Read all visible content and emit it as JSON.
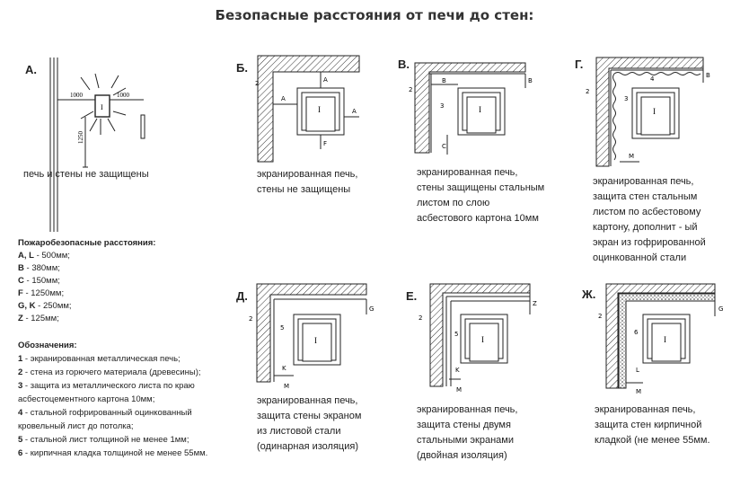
{
  "title": "Безопасные расстояния от печи до стен:",
  "diagrams": [
    {
      "letter": "А.",
      "caption": [
        "печь и стены не защищены"
      ]
    },
    {
      "letter": "Б.",
      "caption": [
        "экранированная печь,",
        "стены не защищены"
      ]
    },
    {
      "letter": "В.",
      "caption": [
        "экранированная печь,",
        "стены защищены стальным",
        "листом по слою",
        "асбестового картона 10мм"
      ]
    },
    {
      "letter": "Г.",
      "caption": [
        "экранированная печь,",
        "защита стен стальным",
        "листом по асбестовому",
        "картону, дополнит - ый",
        "экран из гофрированной",
        "оцинкованной стали"
      ]
    },
    {
      "letter": "Д.",
      "caption": [
        "экранированная печь,",
        "защита стены экраном",
        "из листовой стали",
        "(одинарная изоляция)"
      ]
    },
    {
      "letter": "Е.",
      "caption": [
        "экранированная печь,",
        "защита стены двумя",
        "стальными экранами",
        "(двойная изоляция)"
      ]
    },
    {
      "letter": "Ж.",
      "caption": [
        "экранированная печь,",
        "защита стен кирпичной",
        "кладкой (не менее 55мм."
      ]
    }
  ],
  "labels": {
    "furnace": "I",
    "dim_1000_left": "1000",
    "dim_1000_right": "1000",
    "dim_1250": "1250",
    "a": "A",
    "b": "B",
    "c": "C",
    "f": "F",
    "g": "G",
    "k": "K",
    "l": "L",
    "m": "M",
    "z": "Z",
    "n1": "1",
    "n2": "2",
    "n3": "3",
    "n4": "4",
    "n5": "5",
    "n6": "6"
  },
  "distances": {
    "heading": "Пожаробезопасные расстояния:",
    "items": [
      {
        "key": "A, L",
        "value": " - 500мм;"
      },
      {
        "key": "B",
        "value": " - 380мм;"
      },
      {
        "key": "C",
        "value": " - 150мм;"
      },
      {
        "key": "F",
        "value": " - 1250мм;"
      },
      {
        "key": "G, K",
        "value": " - 250мм;"
      },
      {
        "key": "Z",
        "value": " - 125мм;"
      }
    ]
  },
  "legend": {
    "heading": "Обозначения:",
    "items": [
      {
        "key": "1",
        "value": " - экранированная металлическая печь;"
      },
      {
        "key": "2",
        "value": " - стена из горючего материала (древесины);"
      },
      {
        "key": "3",
        "value": " - защита из металлического листа по краю",
        "cont": "асбестоцементного картона 10мм;"
      },
      {
        "key": "4",
        "value": " - стальной гофрированный оцинкованный",
        "cont": "кровельный лист до потолка;"
      },
      {
        "key": "5",
        "value": " - стальной лист толщиной не менее 1мм;"
      },
      {
        "key": "6",
        "value": " - кирпичная кладка толщиной не менее 55мм."
      }
    ]
  }
}
